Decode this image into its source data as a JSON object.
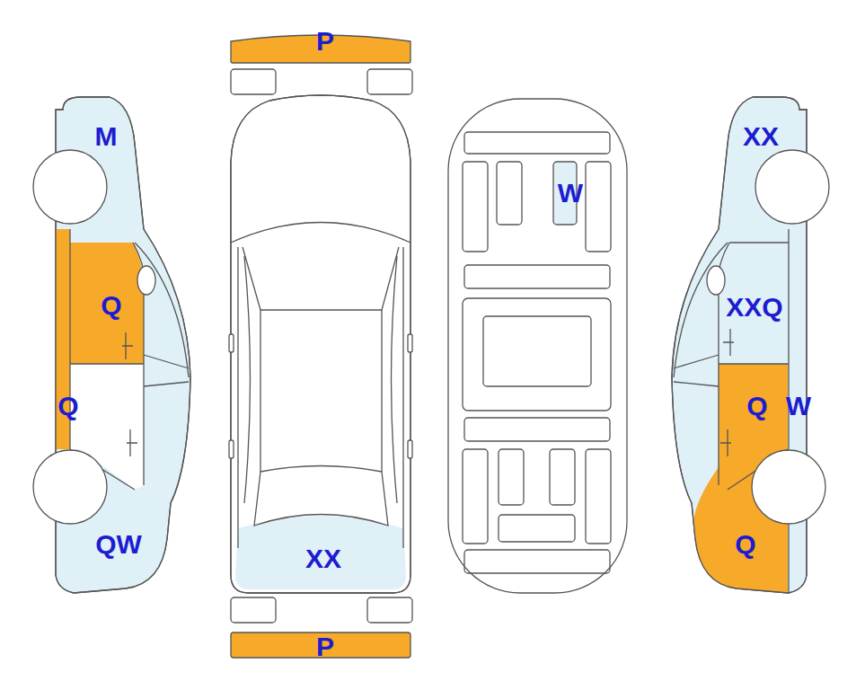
{
  "diagram": {
    "labels": [
      "P",
      "M",
      "XX",
      "W",
      "Q",
      "XXQ",
      "Q",
      "Q",
      "W",
      "QW",
      "XX",
      "Q",
      "P"
    ]
  }
}
